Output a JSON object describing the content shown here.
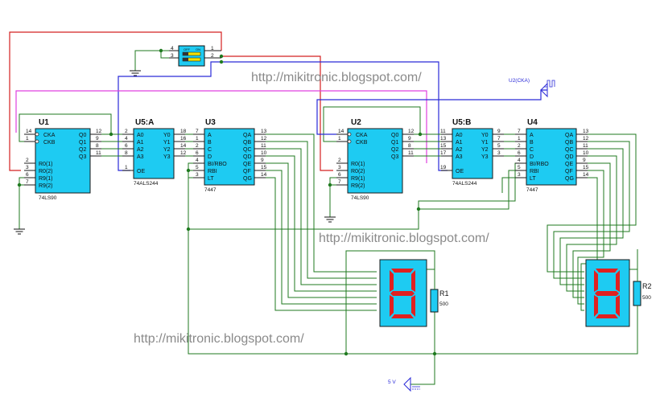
{
  "urls": [
    "http://mikitronic.blogspot.com/",
    "http://mikitronic.blogspot.com/",
    "http://mikitronic.blogspot.com/"
  ],
  "chips": {
    "u1": {
      "ref": "U1",
      "part": "74LS90",
      "left_pins": [
        [
          "14",
          "CKA"
        ],
        [
          "1",
          "CKB"
        ],
        [
          "2",
          "R0(1)"
        ],
        [
          "3",
          "R0(2)"
        ],
        [
          "6",
          "R9(1)"
        ],
        [
          "7",
          "R9(2)"
        ]
      ],
      "right_pins": [
        [
          "12",
          "Q0"
        ],
        [
          "9",
          "Q1"
        ],
        [
          "8",
          "Q2"
        ],
        [
          "11",
          "Q3"
        ]
      ]
    },
    "u5a": {
      "ref": "U5:A",
      "part": "74ALS244",
      "left_pins": [
        [
          "2",
          "A0"
        ],
        [
          "4",
          "A1"
        ],
        [
          "6",
          "A2"
        ],
        [
          "8",
          "A3"
        ],
        [
          "1",
          "OE"
        ]
      ],
      "right_pins": [
        [
          "18",
          "Y0"
        ],
        [
          "16",
          "Y1"
        ],
        [
          "14",
          "Y2"
        ],
        [
          "12",
          "Y3"
        ]
      ]
    },
    "u3": {
      "ref": "U3",
      "part": "7447",
      "left_pins": [
        [
          "7",
          "A"
        ],
        [
          "1",
          "B"
        ],
        [
          "2",
          "C"
        ],
        [
          "6",
          "D"
        ],
        [
          "4",
          "BI/RBO"
        ],
        [
          "5",
          "RBI"
        ],
        [
          "3",
          "LT"
        ]
      ],
      "right_pins": [
        [
          "13",
          "QA"
        ],
        [
          "12",
          "QB"
        ],
        [
          "11",
          "QC"
        ],
        [
          "10",
          "QD"
        ],
        [
          "9",
          "QE"
        ],
        [
          "15",
          "QF"
        ],
        [
          "14",
          "QG"
        ]
      ]
    },
    "u2": {
      "ref": "U2",
      "part": "74LS90",
      "left_pins": [
        [
          "14",
          "CKA"
        ],
        [
          "1",
          "CKB"
        ],
        [
          "2",
          "R0(1)"
        ],
        [
          "3",
          "R0(2)"
        ],
        [
          "6",
          "R9(1)"
        ],
        [
          "7",
          "R9(2)"
        ]
      ],
      "right_pins": [
        [
          "12",
          "Q0"
        ],
        [
          "9",
          "Q1"
        ],
        [
          "8",
          "Q2"
        ],
        [
          "11",
          "Q3"
        ]
      ]
    },
    "u5b": {
      "ref": "U5:B",
      "part": "74ALS244",
      "left_pins": [
        [
          "11",
          "A0"
        ],
        [
          "13",
          "A1"
        ],
        [
          "15",
          "A2"
        ],
        [
          "17",
          "A3"
        ],
        [
          "19",
          "OE"
        ]
      ],
      "right_pins": [
        [
          "9",
          "Y0"
        ],
        [
          "7",
          "Y1"
        ],
        [
          "5",
          "Y2"
        ],
        [
          "3",
          "Y3"
        ]
      ]
    },
    "u4": {
      "ref": "U4",
      "part": "7447",
      "left_pins": [
        [
          "7",
          "A"
        ],
        [
          "1",
          "B"
        ],
        [
          "2",
          "C"
        ],
        [
          "6",
          "D"
        ],
        [
          "4",
          "BI/RBO"
        ],
        [
          "5",
          "RBI"
        ],
        [
          "3",
          "LT"
        ]
      ],
      "right_pins": [
        [
          "13",
          "QA"
        ],
        [
          "12",
          "QB"
        ],
        [
          "11",
          "QC"
        ],
        [
          "10",
          "QD"
        ],
        [
          "9",
          "QE"
        ],
        [
          "15",
          "QF"
        ],
        [
          "14",
          "QG"
        ]
      ]
    }
  },
  "switch": {
    "off_label": "OFF",
    "on_label": "ON",
    "pins_left": [
      "4",
      "3"
    ],
    "pins_right": [
      "1",
      "2"
    ]
  },
  "clock": {
    "label": "U2(CKA)"
  },
  "resistors": {
    "r1": {
      "ref": "R1",
      "value": "500"
    },
    "r2": {
      "ref": "R2",
      "value": "500"
    }
  },
  "supply": {
    "label": "5 V"
  },
  "colors": {
    "chip_fill": "#1ecbf2",
    "wire_green": "#1f7a1f",
    "wire_red": "#d42020",
    "wire_blue": "#2a2ad8",
    "wire_magenta": "#e040e0",
    "segment_red": "#e02020",
    "url_gray": "#8a8a8a"
  }
}
